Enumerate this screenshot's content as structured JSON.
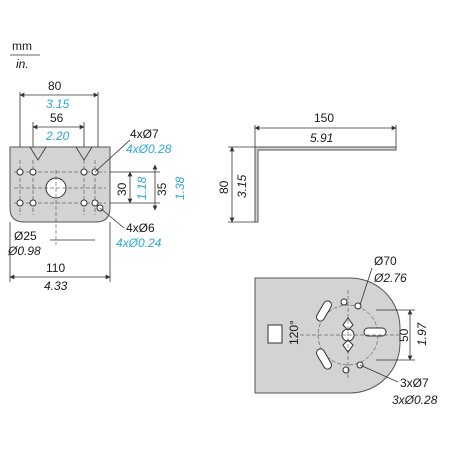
{
  "units": {
    "primary": "mm",
    "secondary": "in."
  },
  "left_view": {
    "width_outer": {
      "mm": "80",
      "in": "3.15"
    },
    "width_inner": {
      "mm": "56",
      "in": "2.20"
    },
    "total_width": {
      "mm": "110",
      "in": "4.33"
    },
    "center_hole": {
      "mm": "Ø25",
      "in": "Ø0.98"
    },
    "holes_top": {
      "mm": "4xØ7",
      "in": "4xØ0.28"
    },
    "holes_bottom": {
      "mm": "4xØ6",
      "in": "4xØ0.24"
    },
    "vert_spacing_30": {
      "mm": "30",
      "in": "1.18"
    },
    "vert_spacing_35": {
      "mm": "35",
      "in": "1.38"
    }
  },
  "side_view": {
    "length": {
      "mm": "150",
      "in": "5.91"
    },
    "height": {
      "mm": "80",
      "in": "3.15"
    }
  },
  "bottom_view": {
    "bolt_circle": {
      "mm": "Ø70",
      "in": "Ø2.76"
    },
    "angle": "120°",
    "height": {
      "mm": "50",
      "in": "1.97"
    },
    "holes": {
      "mm": "3xØ7",
      "in": "3xØ0.28"
    }
  },
  "colors": {
    "blue": "#2aa9d6",
    "black": "#1a1a1a",
    "part": "#d3d3d3"
  }
}
